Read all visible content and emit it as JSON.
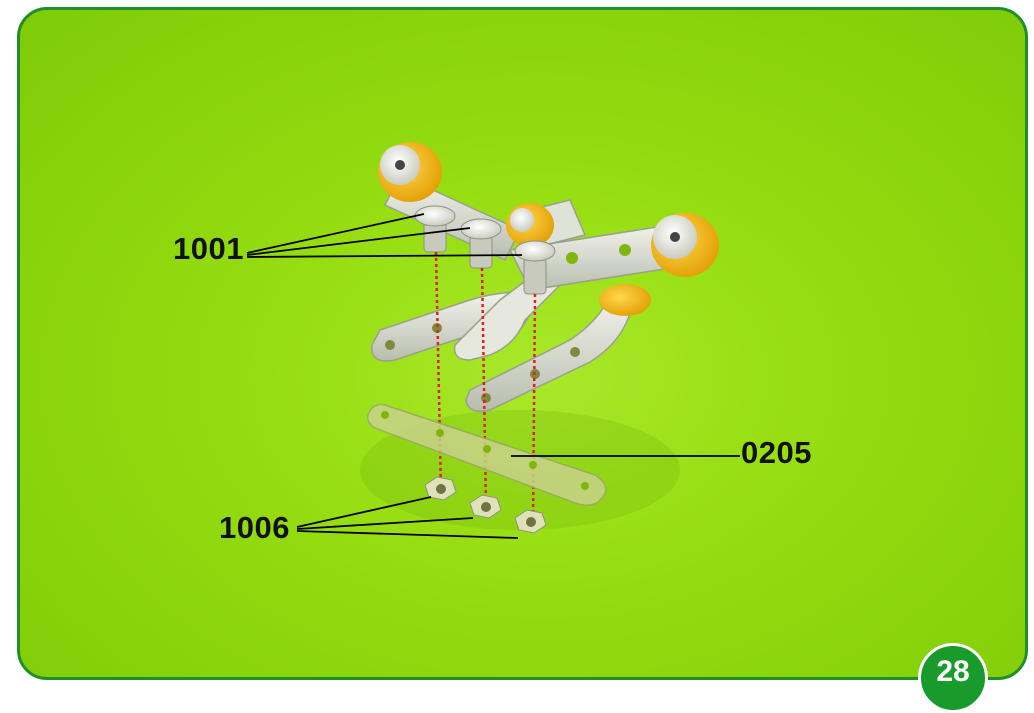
{
  "labels": {
    "screw": "1001",
    "strip": "0205",
    "nut": "1006"
  },
  "page": {
    "number": "28"
  },
  "colors": {
    "background": "#8ad40c",
    "frame": "#1f8f2a",
    "badge": "#199b2c",
    "wheel": "#f5b700",
    "metal": "#d9dccf",
    "guide": "#e02020"
  }
}
